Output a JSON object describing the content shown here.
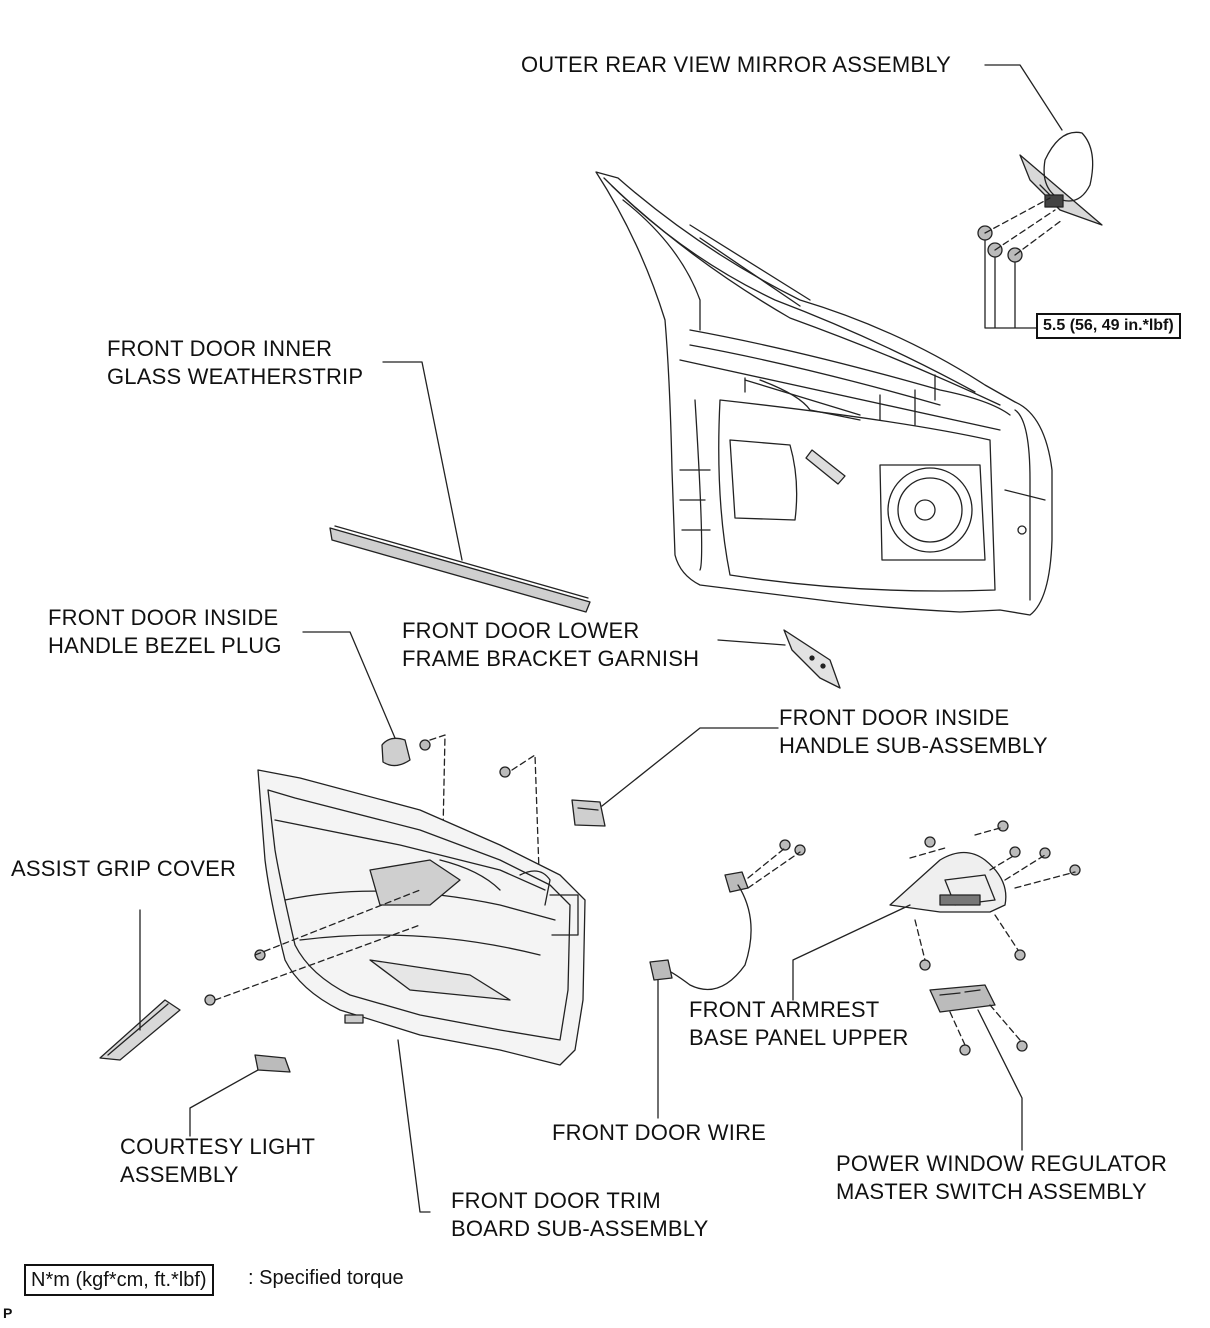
{
  "labels": {
    "mirror": "OUTER REAR VIEW MIRROR ASSEMBLY",
    "inner_weatherstrip": "FRONT DOOR INNER\nGLASS WEATHERSTRIP",
    "bezel_plug": "FRONT DOOR INSIDE\nHANDLE BEZEL PLUG",
    "lower_frame_garnish": "FRONT DOOR LOWER\nFRAME BRACKET GARNISH",
    "inside_handle": "FRONT DOOR INSIDE\nHANDLE SUB-ASSEMBLY",
    "assist_grip": "ASSIST GRIP COVER",
    "armrest_panel": "FRONT ARMREST\nBASE PANEL UPPER",
    "courtesy_light": "COURTESY LIGHT\nASSEMBLY",
    "door_wire": "FRONT DOOR WIRE",
    "master_switch": "POWER WINDOW REGULATOR\nMASTER SWITCH ASSEMBLY",
    "trim_board": "FRONT DOOR TRIM\nBOARD SUB-ASSEMBLY"
  },
  "torque": {
    "value": "5.5 (56, 49 in.*lbf)"
  },
  "legend": {
    "unit_box": "N*m (kgf*cm, ft.*lbf)",
    "description": ": Specified torque"
  },
  "corner_mark": "P",
  "icons": [
    "mirror-icon",
    "door-panel-icon",
    "weatherstrip-icon",
    "bezel-plug-icon",
    "garnish-icon",
    "inside-handle-icon",
    "trim-board-icon",
    "assist-grip-icon",
    "courtesy-light-icon",
    "door-wire-icon",
    "armrest-panel-icon",
    "master-switch-icon",
    "clip-icon",
    "nut-icon",
    "screw-icon"
  ]
}
